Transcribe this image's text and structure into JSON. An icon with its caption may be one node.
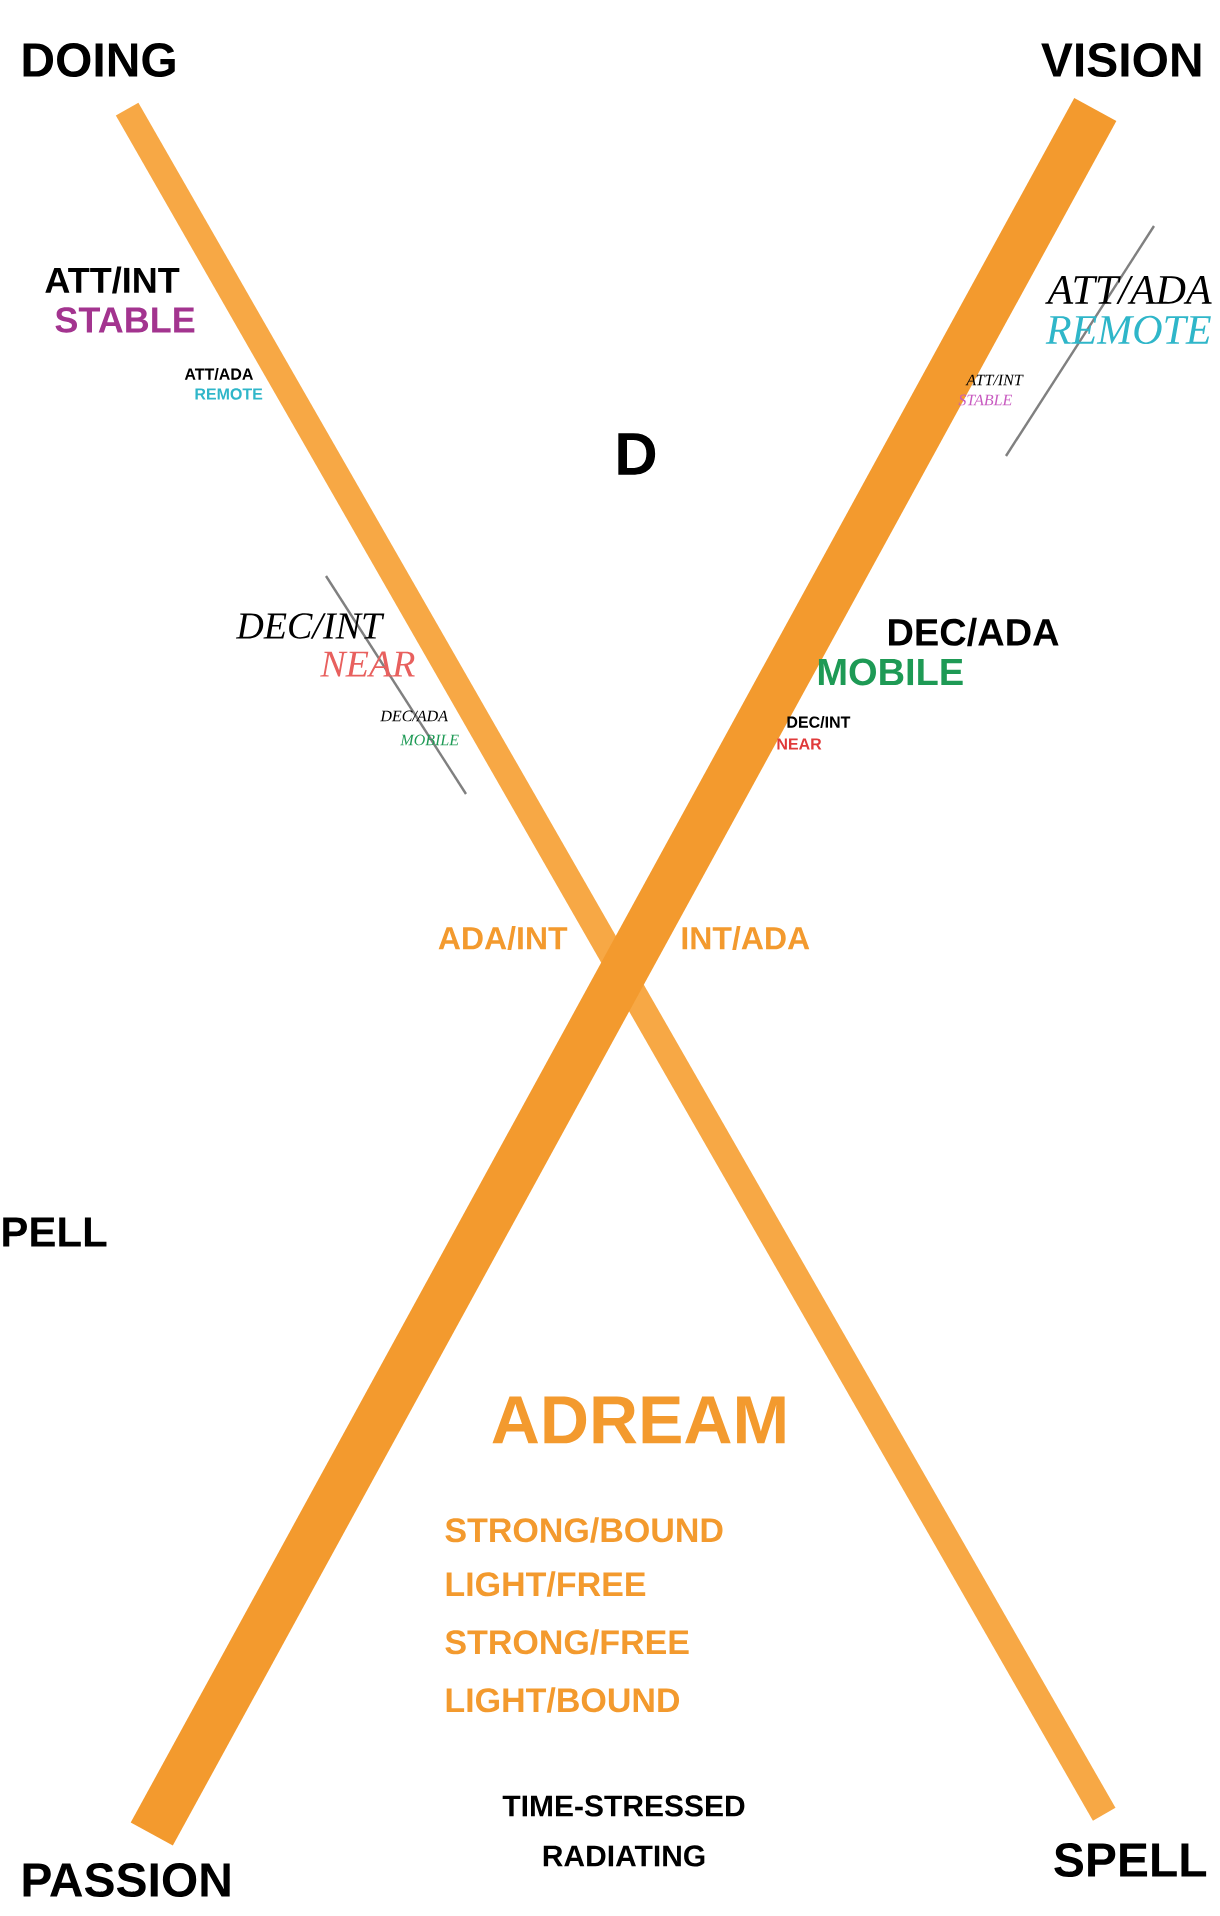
{
  "diagram": {
    "nodes": [
      {
        "text": [
          "DOING"
        ]
      },
      {
        "text": [
          "VISION"
        ]
      },
      {
        "text": [
          "PASSION"
        ]
      },
      {
        "text": [
          "SPELL"
        ]
      }
    ],
    "edges": [
      {
        "from": 0,
        "to": 3,
        "arrow": "none",
        "color": "#f7a845"
      },
      {
        "from": 1,
        "to": 2,
        "arrow": "none",
        "style": "thick"
      }
    ],
    "labels": [
      "ATT/INT",
      "STABLE",
      "ATT/ADA",
      "REMOTE",
      "ATT/ADA",
      "REMOTE",
      "ATT/INT",
      "STABLE",
      "D",
      "DEC/INT",
      "DEC/ADA",
      "NEAR",
      "MOBILE",
      "DEC/ADA",
      "MOBILE",
      "DEC/INT",
      "NEAR",
      "ADA/INT",
      "INT/ADA",
      "PELL",
      "ADREAM",
      "STRONG/BOUND",
      "LIGHT/FREE",
      "STRONG/FREE",
      "LIGHT/BOUND",
      "TIME-STRESSED",
      "RADIATING"
    ]
  }
}
